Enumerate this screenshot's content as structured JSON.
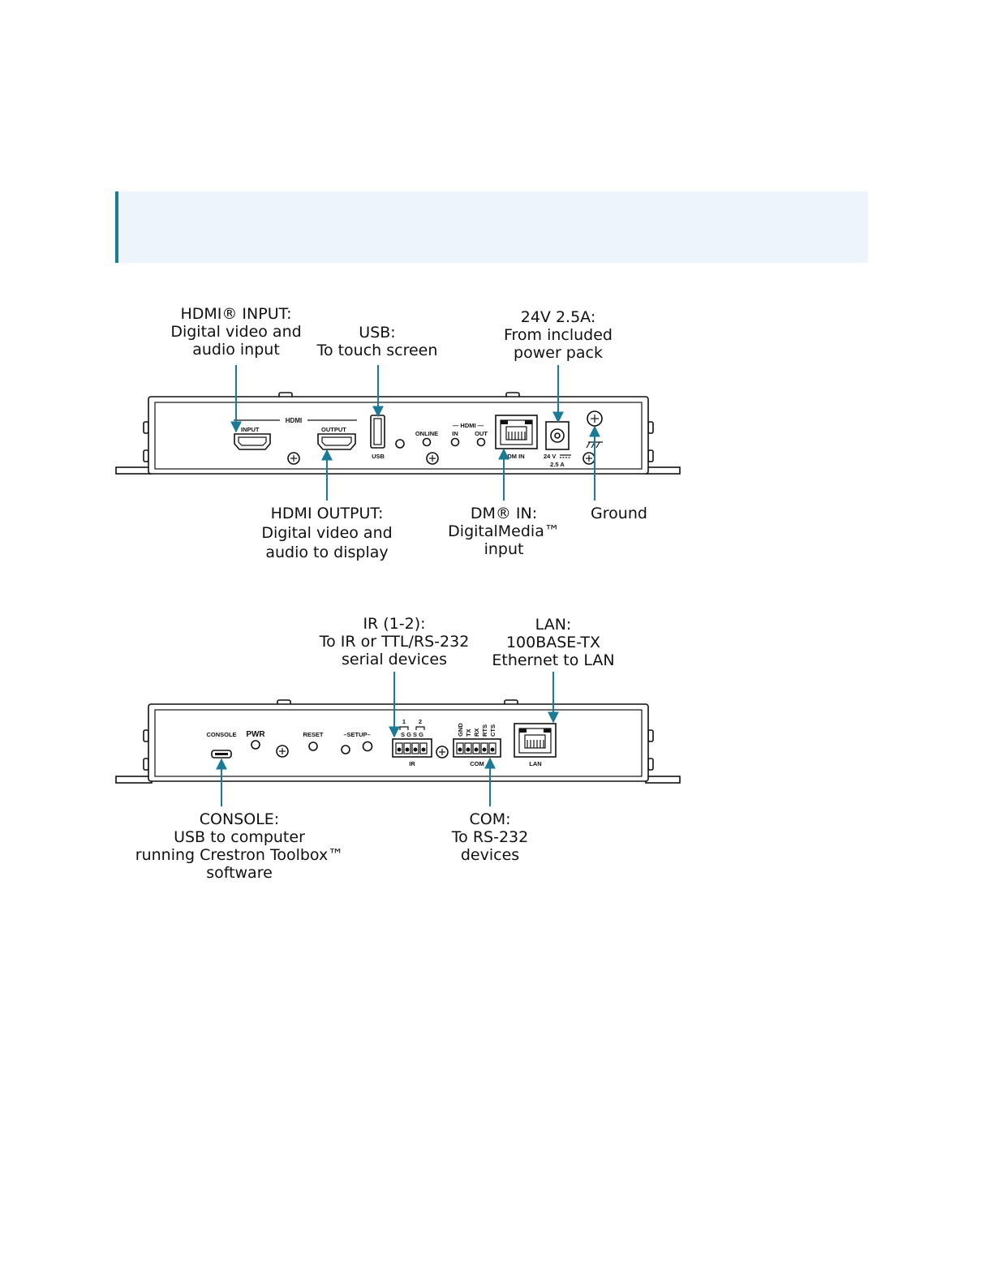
{
  "front_panel": {
    "callouts": {
      "hdmi_input": [
        "HDMI® INPUT:",
        "Digital video and",
        "audio input"
      ],
      "usb": [
        "USB:",
        "To touch screen"
      ],
      "power": [
        "24V 2.5A:",
        "From included",
        "power pack"
      ],
      "hdmi_output": [
        "HDMI OUTPUT:",
        "Digital video and",
        "audio to display"
      ],
      "dm_in": [
        "DM® IN:",
        "DigitalMedia™",
        "input"
      ],
      "ground": [
        "Ground"
      ]
    },
    "labels": {
      "hdmi_group": "HDMI",
      "input": "INPUT",
      "output": "OUTPUT",
      "usb": "USB",
      "online": "ONLINE",
      "hdmi_leds": "— HDMI —",
      "in": "IN",
      "out": "OUT",
      "dm_in": "DM IN",
      "volt": "24 V",
      "amp": "2.5 A"
    }
  },
  "rear_panel": {
    "callouts": {
      "ir": [
        "IR (1-2):",
        "To IR or TTL/RS-232",
        "serial devices"
      ],
      "lan": [
        "LAN:",
        "100BASE-TX",
        "Ethernet to LAN"
      ],
      "console": [
        "CONSOLE:",
        "USB to computer",
        "running Crestron Toolbox™",
        "software"
      ],
      "com": [
        "COM:",
        "To RS-232",
        "devices"
      ]
    },
    "labels": {
      "console": "CONSOLE",
      "pwr": "PWR",
      "reset": "RESET",
      "setup": "–SETUP–",
      "ir_1": "1",
      "ir_2": "2",
      "ir_pins": "S G S G",
      "ir": "IR",
      "com_pins": [
        "GND",
        "TX",
        "RX",
        "RTS",
        "CTS"
      ],
      "com": "COM",
      "lan": "LAN"
    }
  },
  "colors": {
    "accent": "#1b7a96",
    "note_bg": "#eef4fb"
  }
}
